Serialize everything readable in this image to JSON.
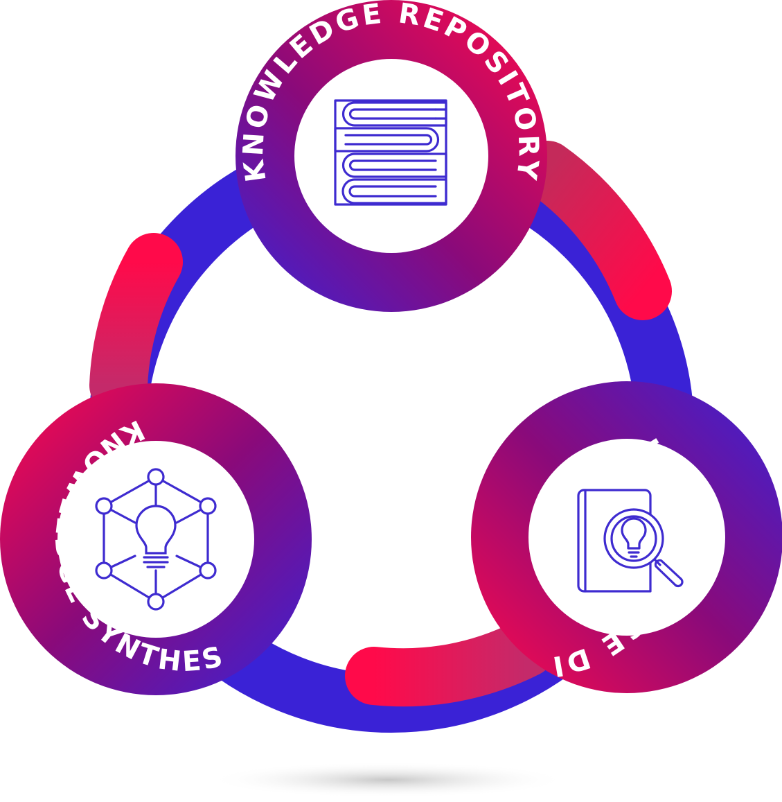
{
  "diagram": {
    "nodes": [
      {
        "id": "repository",
        "label": "KNOWLEDGE REPOSITORY",
        "icon": "books-stack-icon"
      },
      {
        "id": "discovery",
        "label": "KNOWLEDGE DISCOVERY",
        "icon": "book-magnifier-lightbulb-icon"
      },
      {
        "id": "synthesis",
        "label": "KNOWLEDGE SYNTHESIS",
        "icon": "network-lightbulb-icon"
      }
    ],
    "colors": {
      "blue": "#3a22d6",
      "purple": "#8a0a7a",
      "magenta": "#c4105e",
      "pink": "#ff0a4a",
      "icon": "#3e2bd0"
    }
  }
}
